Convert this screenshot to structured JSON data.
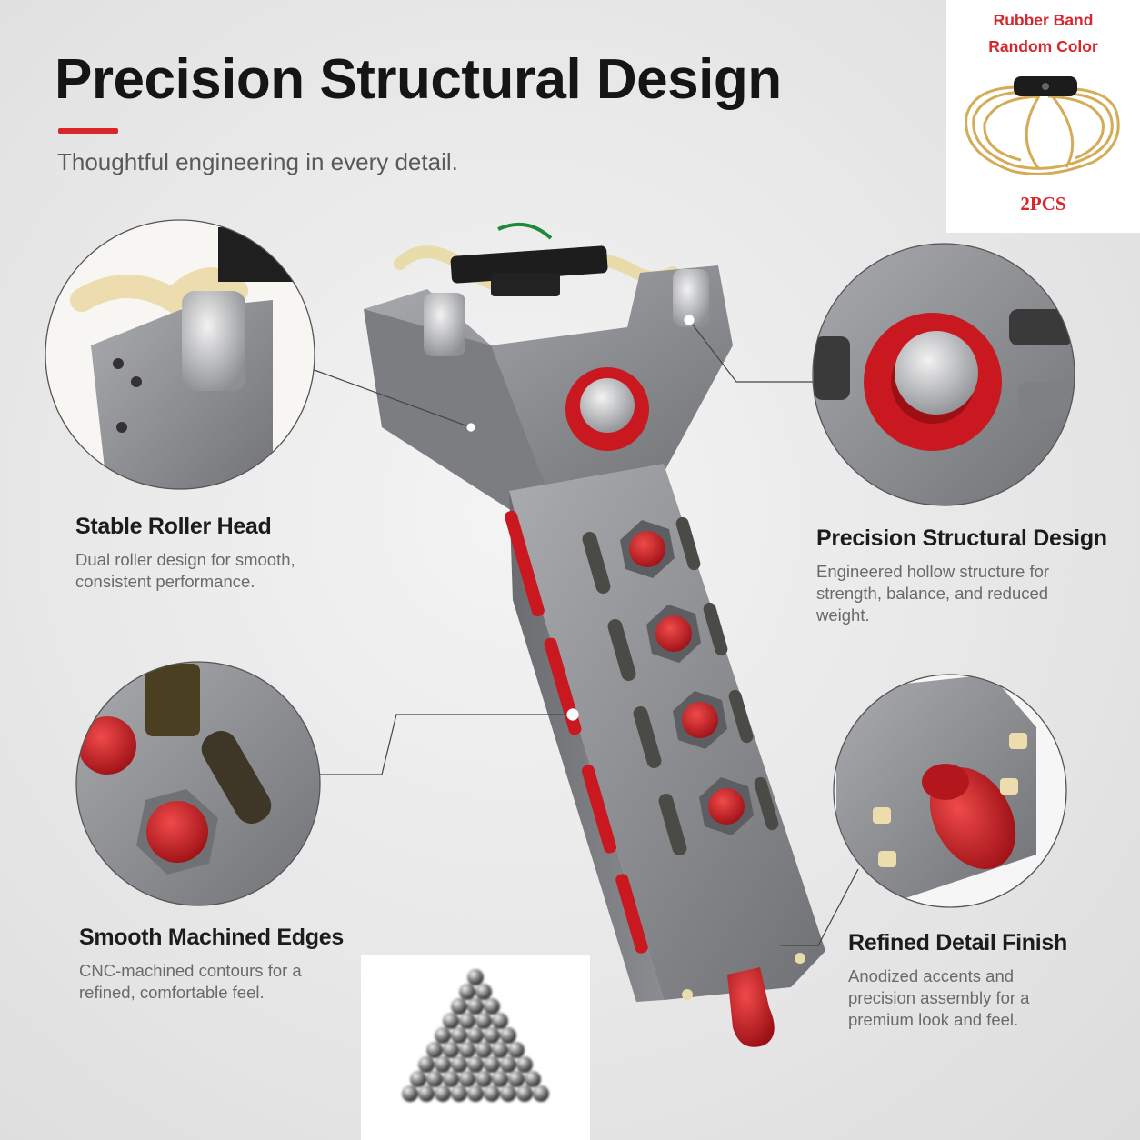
{
  "header": {
    "title": "Precision Structural Design",
    "subtitle": "Thoughtful engineering in every detail."
  },
  "features": [
    {
      "title": "Stable Roller Head",
      "description": "Dual roller design for smooth, consistent performance."
    },
    {
      "title": "Precision Structural Design",
      "description": "Engineered hollow structure for strength, balance, and reduced weight."
    },
    {
      "title": "Smooth Machined Edges",
      "description": "CNC-machined contours for a refined, comfortable feel."
    },
    {
      "title": "Refined Detail Finish",
      "description": "Anodized accents and precision assembly for a premium look and feel."
    }
  ],
  "rubber_band_inset": {
    "line1": "Rubber Band",
    "line2": "Random Color",
    "quantity": "2PCS"
  },
  "colors": {
    "accent": "#d8262c",
    "metal": "#8d8f93",
    "band": "#d9b56a"
  }
}
